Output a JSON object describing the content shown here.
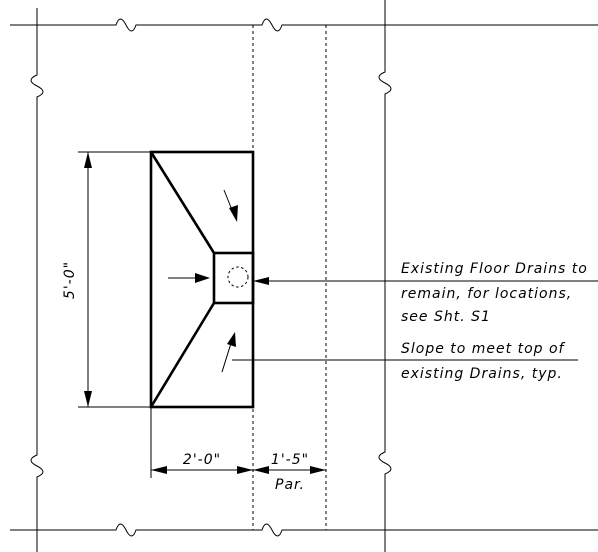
{
  "dimensions": {
    "height": "5'-0\"",
    "width_left": "2'-0\"",
    "width_right": "1'-5\"",
    "width_right_note": "Par."
  },
  "notes": {
    "drains": {
      "line1": "Existing Floor Drains to",
      "line2": "remain, for locations,",
      "line3": "see Sht. S1"
    },
    "slope": {
      "line1": "Slope to meet top of",
      "line2": "existing Drains, typ."
    }
  }
}
